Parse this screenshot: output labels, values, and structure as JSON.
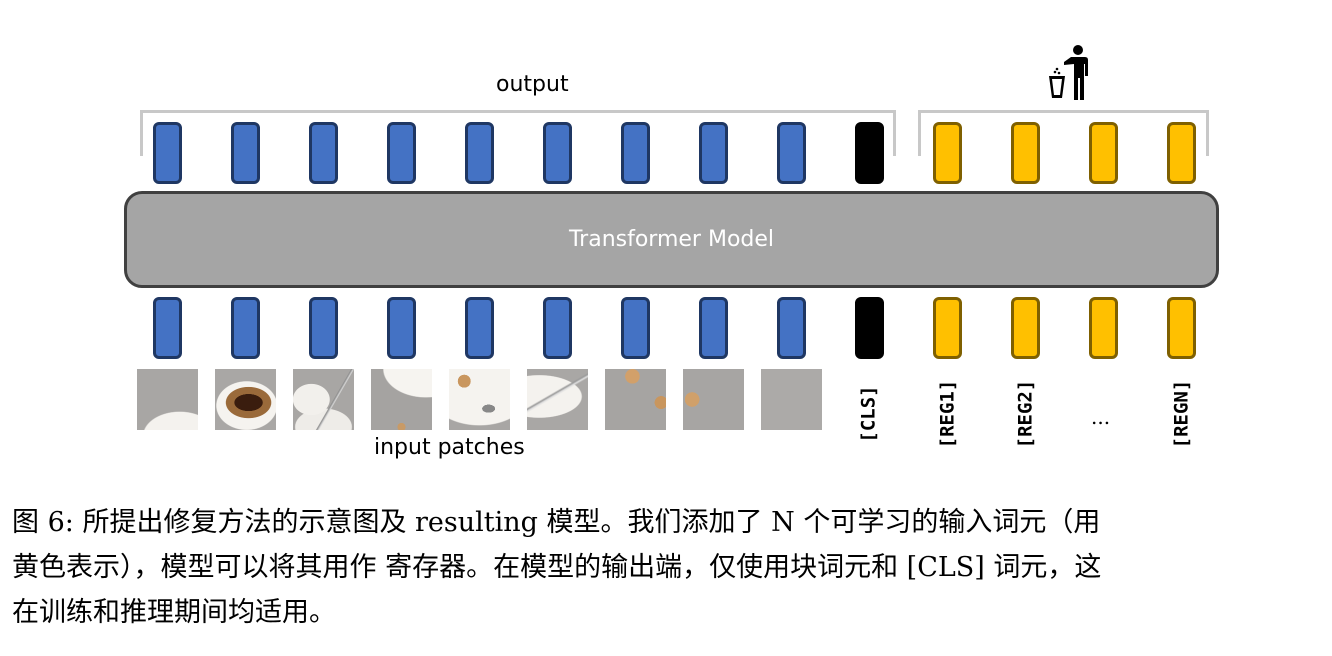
{
  "diagram": {
    "output_label": "output",
    "discard_icon": "trash-person-icon",
    "model_label": "Transformer Model",
    "input_label": "input patches",
    "colors": {
      "patch_token": "#4472c4",
      "patch_token_border": "#1f3763",
      "cls_token": "#000000",
      "register_token": "#ffc000",
      "register_token_border": "#7f6000",
      "model_fill": "#a5a5a5",
      "model_border": "#404040",
      "bracket": "#c8c8c8"
    },
    "patch_tokens_count": 9,
    "patches": [
      {
        "name": "patch-saucer-edge"
      },
      {
        "name": "patch-coffee-cup"
      },
      {
        "name": "patch-cup-handle-spoon"
      },
      {
        "name": "patch-saucer-left"
      },
      {
        "name": "patch-saucer-sugar"
      },
      {
        "name": "patch-spoon"
      },
      {
        "name": "patch-sugar-cubes"
      },
      {
        "name": "patch-sugar-cube"
      },
      {
        "name": "patch-background"
      }
    ],
    "special_tokens": [
      {
        "label": "[CLS]",
        "type": "cls"
      },
      {
        "label": "[REG1]",
        "type": "register"
      },
      {
        "label": "[REG2]",
        "type": "register"
      },
      {
        "label": "...",
        "type": "register"
      },
      {
        "label": "[REGN]",
        "type": "register"
      }
    ]
  },
  "caption": {
    "lines": [
      "图 6: 所提出修复方法的示意图及 resulting 模型。我们添加了 N 个可学习的输入词元（用",
      "黄色表示），模型可以将其用作 寄存器。在模型的输出端，仅使用块词元和 [CLS] 词元，这",
      "在训练和推理期间均适用。"
    ]
  }
}
